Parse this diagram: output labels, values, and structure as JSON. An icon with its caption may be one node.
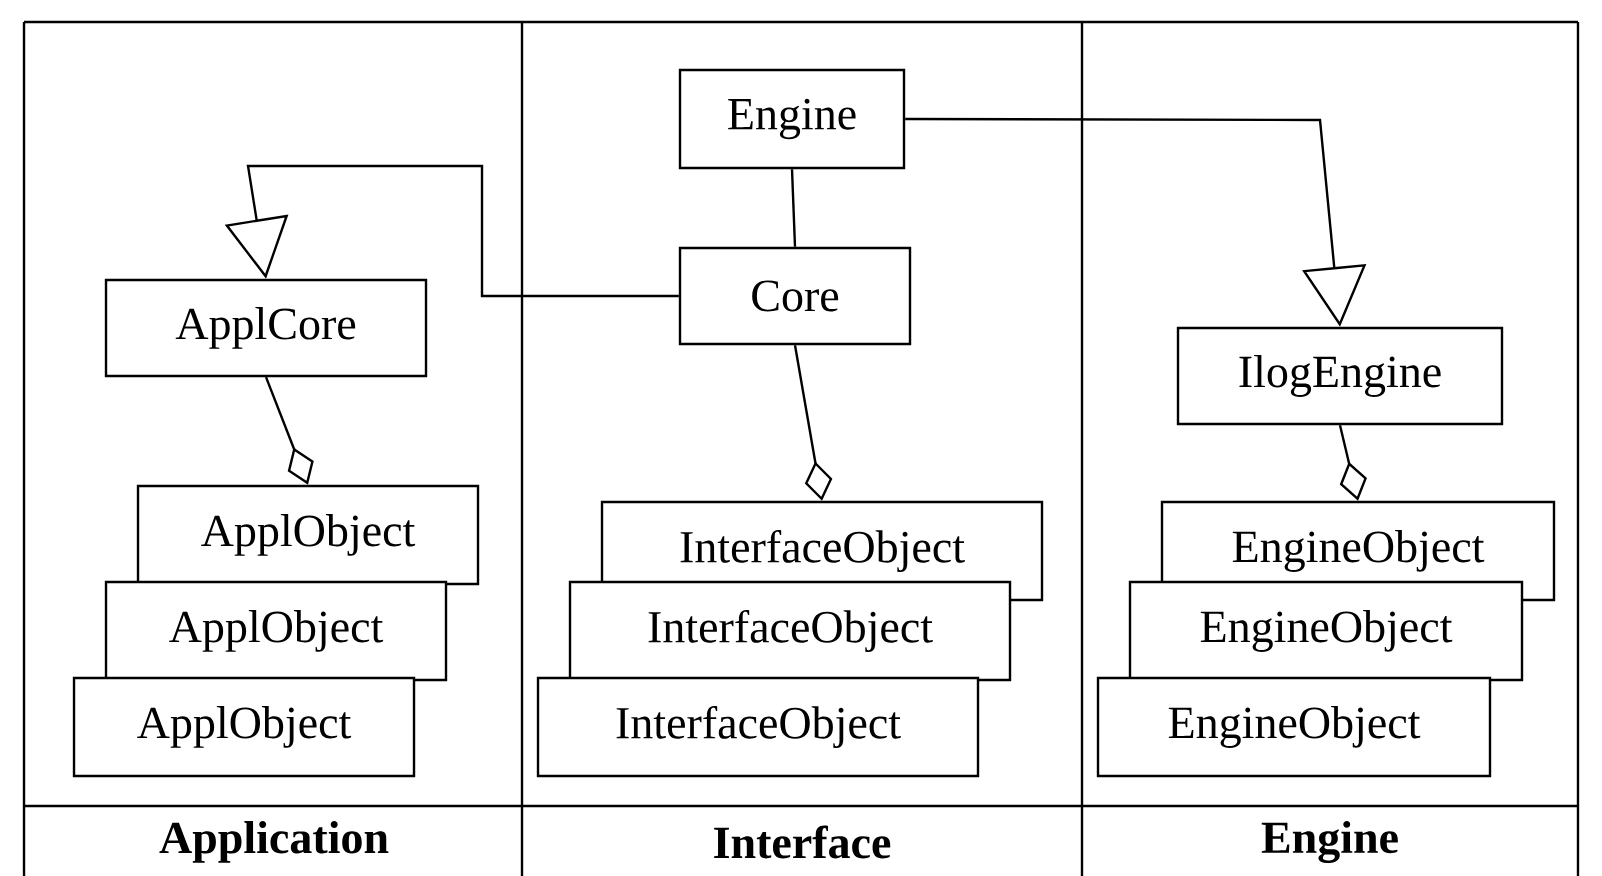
{
  "diagram": {
    "nodes": [
      {
        "text": [
          "ApplCore"
        ]
      },
      {
        "text": [
          "ApplObject"
        ]
      },
      {
        "text": [
          "ApplObject"
        ]
      },
      {
        "text": [
          "ApplObject"
        ]
      },
      {
        "text": [
          "Engine"
        ]
      },
      {
        "text": [
          "Core"
        ]
      },
      {
        "text": [
          "InterfaceObject"
        ]
      },
      {
        "text": [
          "InterfaceObject"
        ]
      },
      {
        "text": [
          "InterfaceObject"
        ]
      },
      {
        "text": [
          "IlogEngine"
        ]
      },
      {
        "text": [
          "EngineObject"
        ]
      },
      {
        "text": [
          "EngineObject"
        ]
      },
      {
        "text": [
          "EngineObject"
        ]
      }
    ],
    "edges": [
      {
        "from": 5,
        "to": 0,
        "arrow": "to"
      },
      {
        "from": 0,
        "to": 1,
        "arrow": "other"
      },
      {
        "from": 4,
        "to": 5,
        "arrow": "none"
      },
      {
        "from": 5,
        "to": 6,
        "arrow": "other"
      },
      {
        "from": 4,
        "to": 9,
        "arrow": "to"
      },
      {
        "from": 9,
        "to": 10,
        "arrow": "other"
      }
    ],
    "labels": [
      "Application",
      "Interface",
      "Engine"
    ]
  }
}
